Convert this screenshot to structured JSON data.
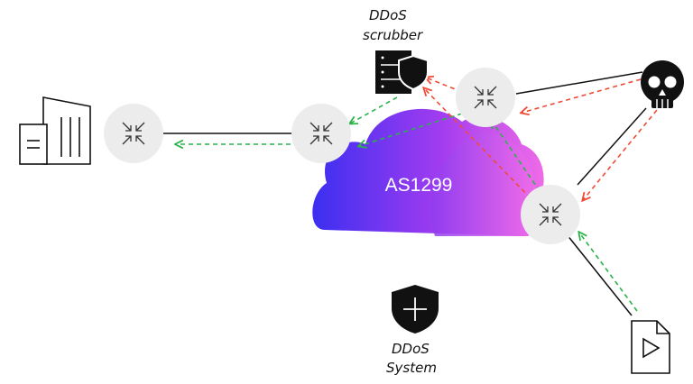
{
  "cloud": {
    "label": "AS1299"
  },
  "labels": {
    "scrubber_line1": "DDoS",
    "scrubber_line2": "scrubber",
    "system_line1": "DDoS",
    "system_line2": "System"
  },
  "colors": {
    "legit_traffic": "#2bb34a",
    "attack_traffic": "#ef4b36",
    "link": "#111111",
    "router_fill": "#ececec",
    "cloud_left": "#3b2ff0",
    "cloud_mid": "#a23cf0",
    "cloud_right": "#f06ce8"
  },
  "icons": {
    "customer": "office-building-icon",
    "scrubber": "server-shield-icon",
    "attacker": "skull-icon",
    "source": "document-play-icon",
    "system": "shield-plus-icon",
    "router": "router-arrows-icon"
  }
}
